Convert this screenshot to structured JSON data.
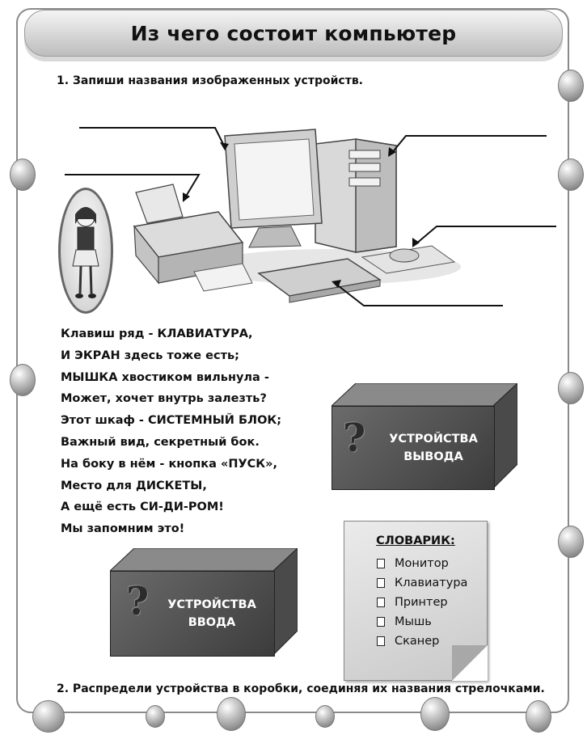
{
  "title": "Из чего состоит компьютер",
  "task1": "1.  Запиши названия изображенных устройств.",
  "task2": "2.  Распредели устройства в коробки, соединяя их названия стрелочками.",
  "poem": [
    "Клавиш ряд - КЛАВИАТУРА,",
    "И ЭКРАН здесь тоже есть;",
    "МЫШКА хвостиком вильнула -",
    "Может, хочет внутрь залезть?",
    "Этот шкаф - СИСТЕМНЫЙ БЛОК;",
    "Важный вид, секретный бок.",
    "На боку в нём - кнопка «ПУСК»,",
    "Место для ДИСКЕТЫ,",
    "А ещё есть СИ-ДИ-РОМ!",
    "Мы запомним это!"
  ],
  "box_output": {
    "line1": "УСТРОЙСТВА",
    "line2": "ВЫВОДА",
    "qmark": "?"
  },
  "box_input": {
    "line1": "УСТРОЙСТВА",
    "line2": "ВВОДА",
    "qmark": "?"
  },
  "dictionary": {
    "title": "СЛОВАРИК:",
    "items": [
      "Монитор",
      "Клавиатура",
      "Принтер",
      "Мышь",
      "Сканер"
    ]
  }
}
